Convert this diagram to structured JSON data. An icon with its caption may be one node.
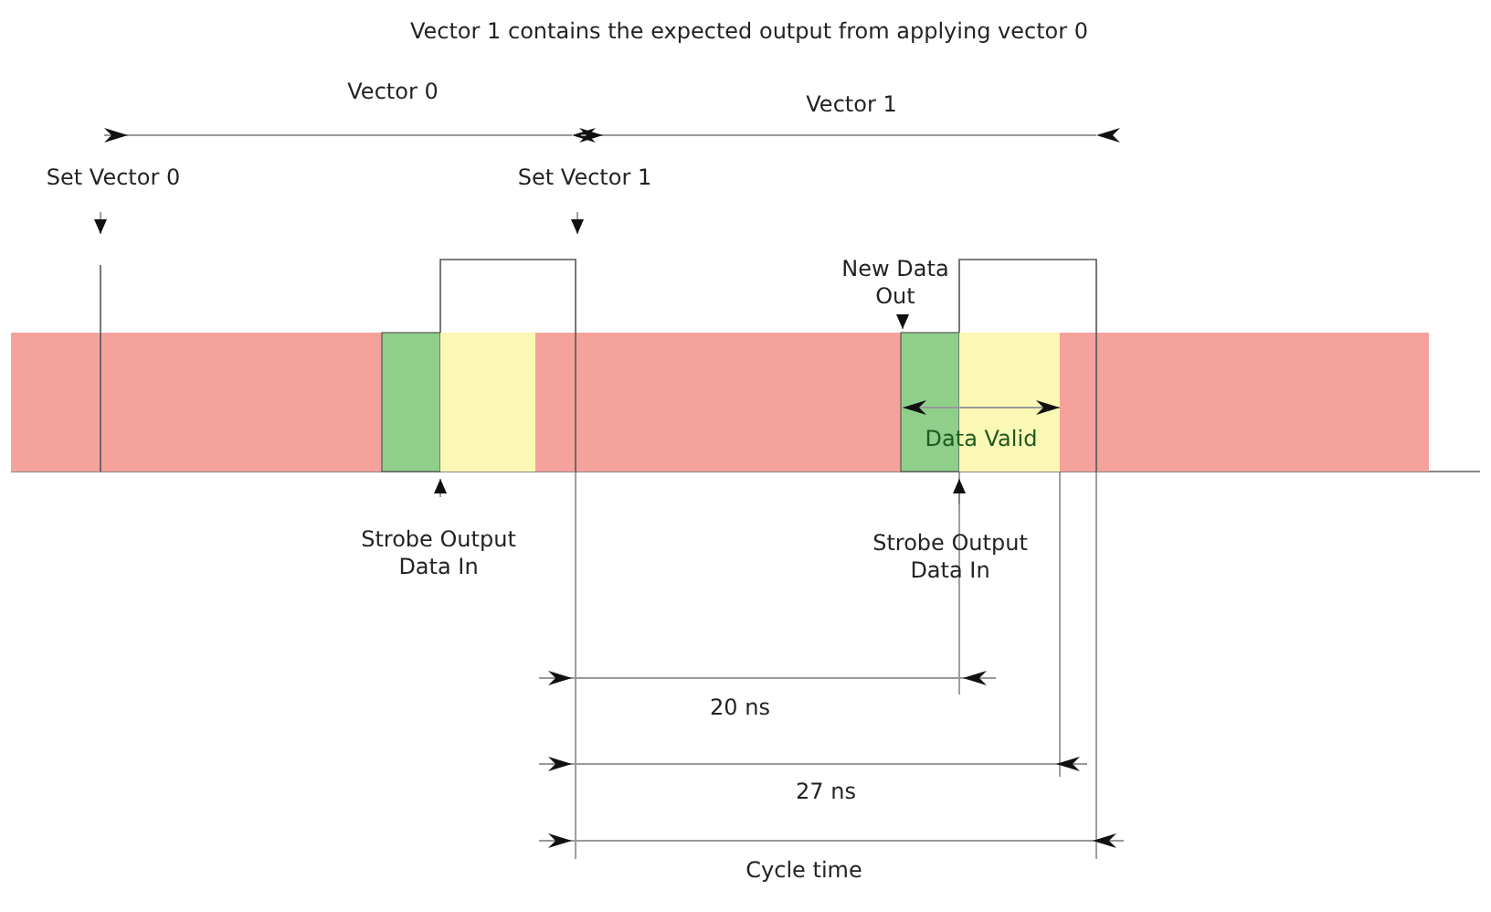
{
  "diagram": {
    "title": "Vector 1 contains the expected output from applying vector 0",
    "labels": [
      "Vector 0",
      "Vector 1",
      "Set Vector 0",
      "Set Vector 1",
      "New Data Out",
      "Data Valid",
      "Strobe Output Data In",
      "Strobe Output Data In",
      "20 ns",
      "27 ns",
      "Cycle time"
    ]
  }
}
